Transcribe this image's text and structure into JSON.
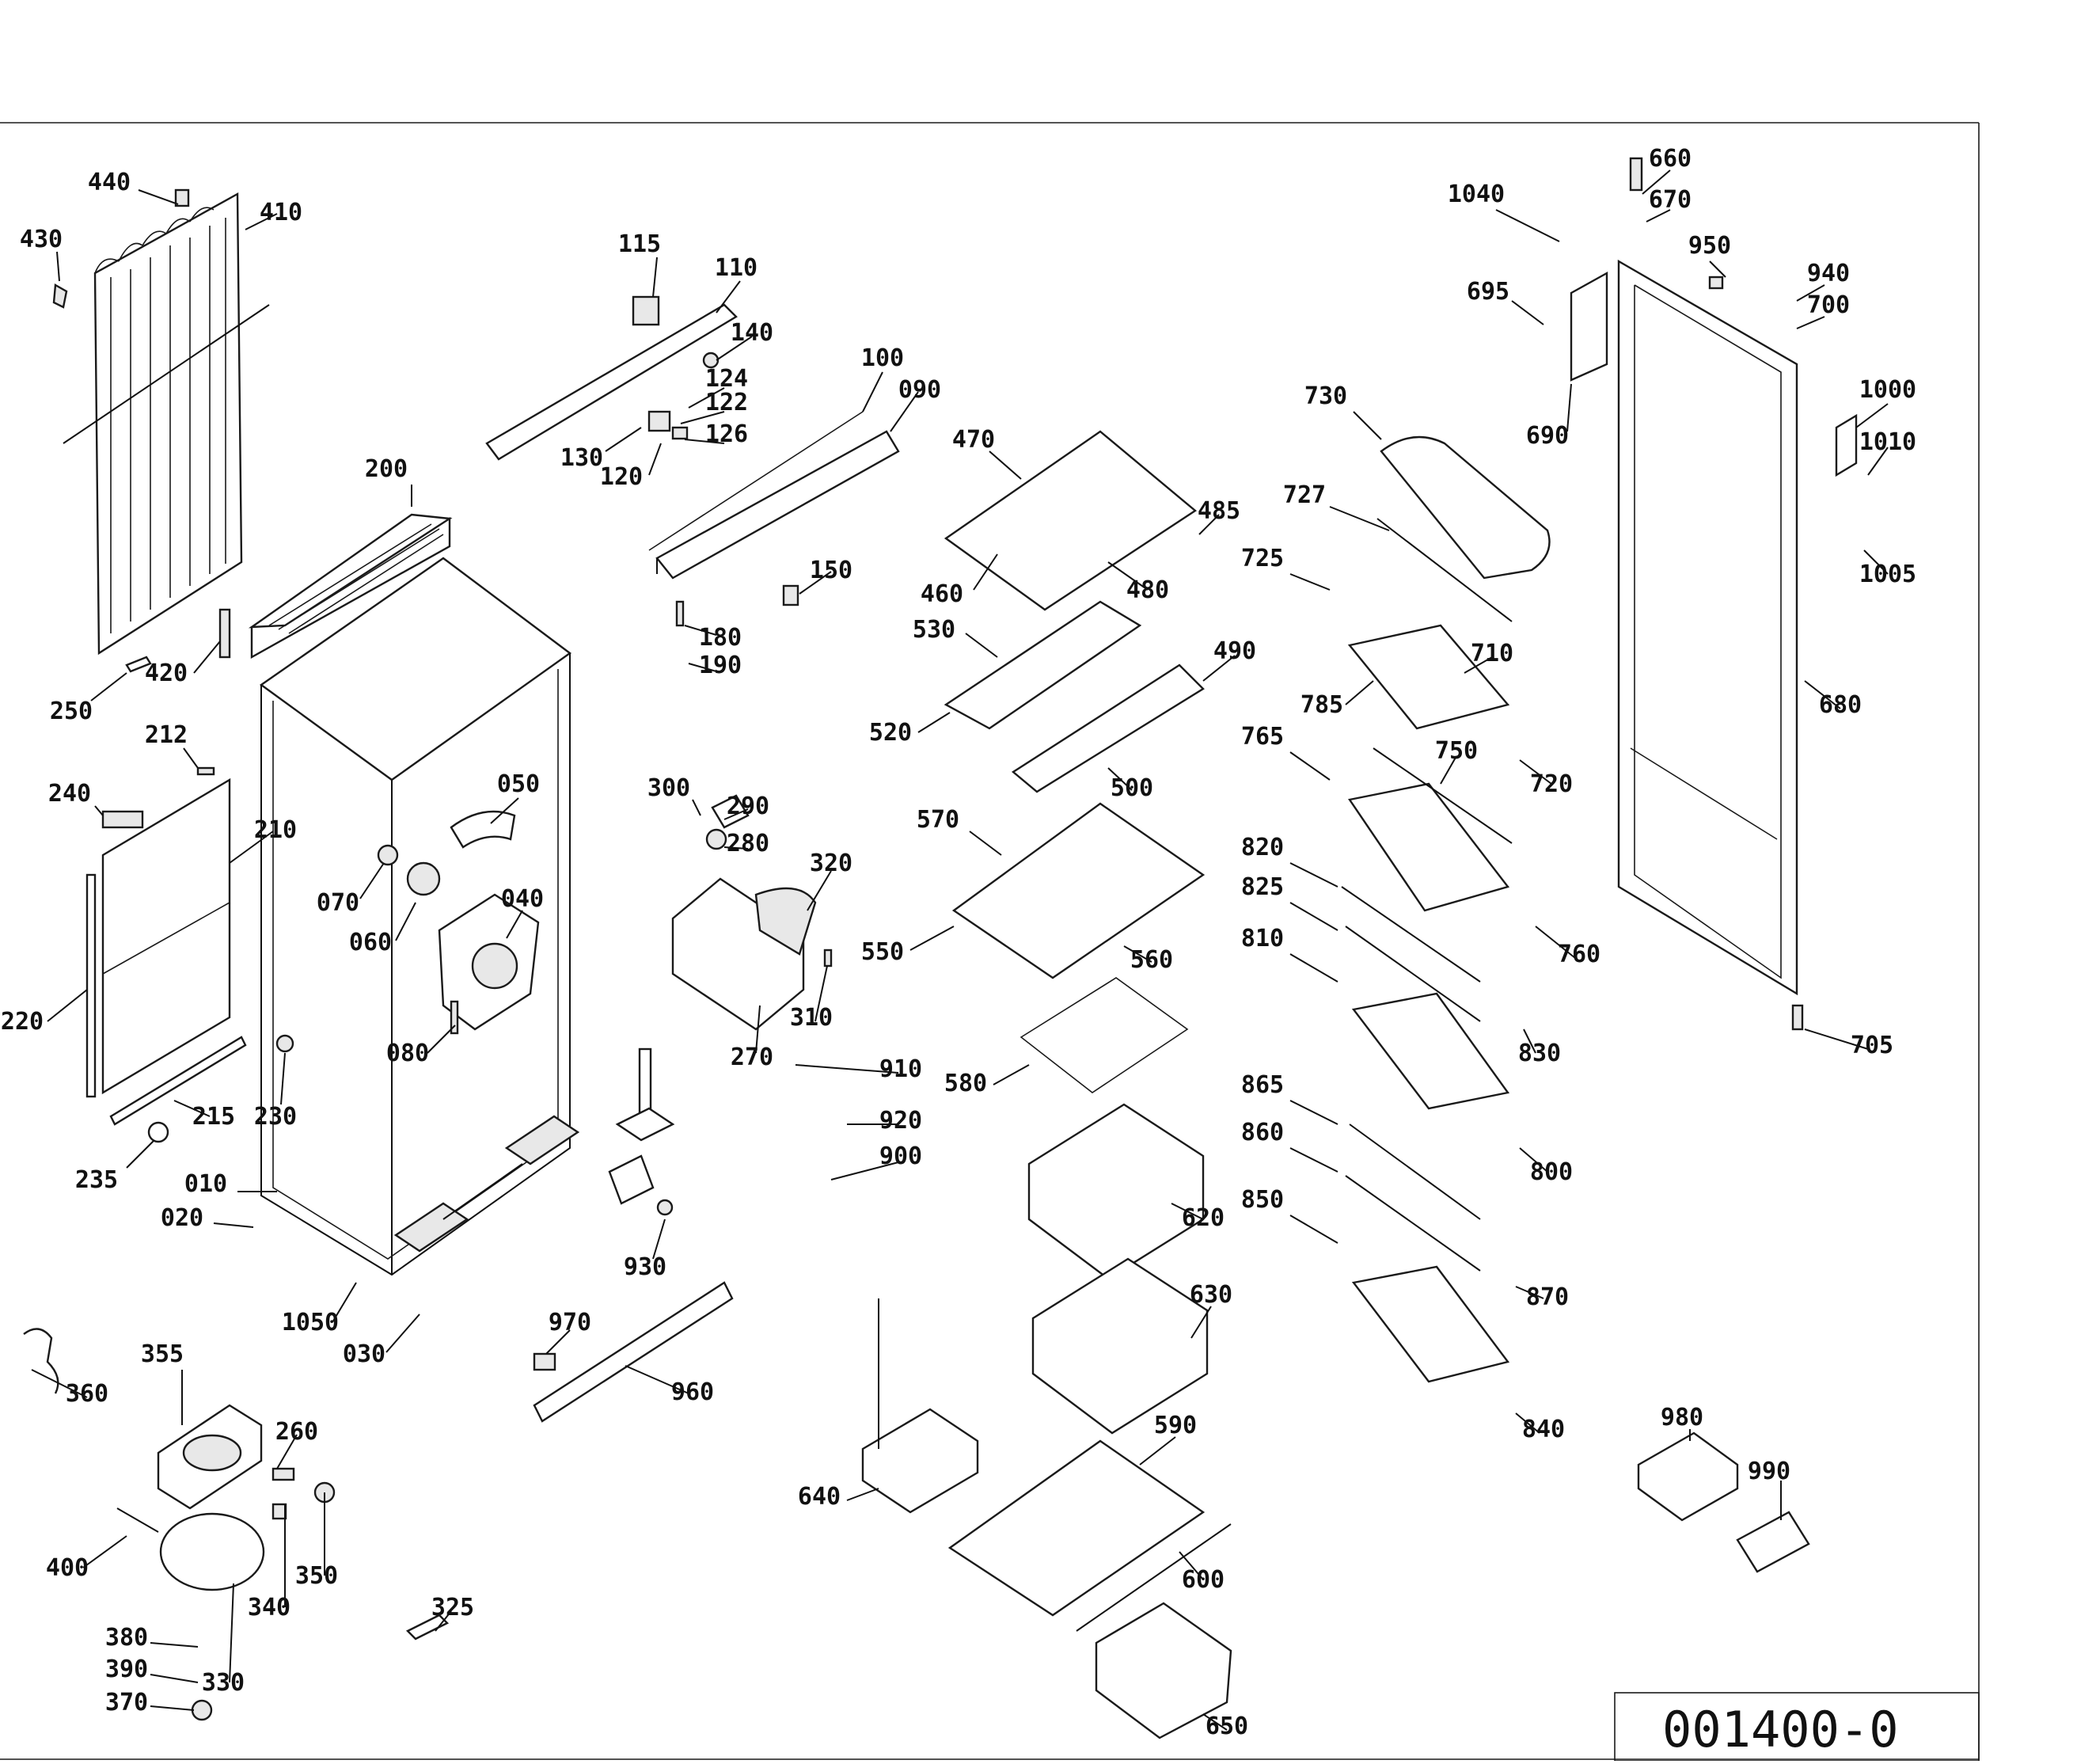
{
  "drawing_code": "001400-0",
  "labels": [
    "440",
    "410",
    "430",
    "250",
    "420",
    "200",
    "212",
    "240",
    "210",
    "220",
    "215",
    "235",
    "230",
    "115",
    "110",
    "140",
    "124",
    "122",
    "126",
    "130",
    "120",
    "100",
    "090",
    "150",
    "180",
    "190",
    "050",
    "070",
    "060",
    "040",
    "080",
    "010",
    "020",
    "1050",
    "030",
    "300",
    "290",
    "280",
    "320",
    "310",
    "270",
    "910",
    "920",
    "900",
    "930",
    "970",
    "960",
    "355",
    "360",
    "260",
    "400",
    "340",
    "350",
    "380",
    "390",
    "370",
    "330",
    "325",
    "470",
    "485",
    "460",
    "480",
    "530",
    "490",
    "520",
    "500",
    "570",
    "550",
    "560",
    "580",
    "620",
    "630",
    "640",
    "590",
    "600",
    "650",
    "730",
    "727",
    "725",
    "710",
    "785",
    "720",
    "765",
    "750",
    "820",
    "825",
    "760",
    "810",
    "830",
    "865",
    "860",
    "800",
    "850",
    "870",
    "840",
    "660",
    "670",
    "1040",
    "950",
    "940",
    "700",
    "695",
    "690",
    "1000",
    "1010",
    "1005",
    "680",
    "705",
    "980",
    "990"
  ]
}
